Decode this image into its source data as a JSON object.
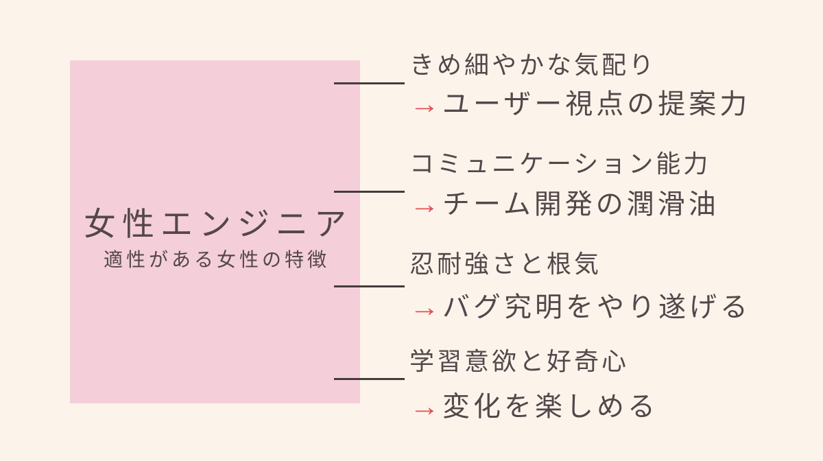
{
  "colors": {
    "background": "#fcf4ea",
    "panel_pink": "#f4cfd9",
    "text_color": "#54474b",
    "line_color": "#463b3d",
    "arrow_color": "#e44f55"
  },
  "panel": {
    "title": "女性エンジニア",
    "subtitle": "適性がある女性の特徴"
  },
  "items": [
    {
      "trait": "きめ細やかな気配り",
      "arrow": "→",
      "benefit": "ユーザー視点の提案力"
    },
    {
      "trait": "コミュニケーション能力",
      "arrow": "→",
      "benefit": "チーム開発の潤滑油"
    },
    {
      "trait": "忍耐強さと根気",
      "arrow": "→",
      "benefit": "バグ究明をやり遂げる"
    },
    {
      "trait": "学習意欲と好奇心",
      "arrow": "→",
      "benefit": "変化を楽しめる"
    }
  ]
}
